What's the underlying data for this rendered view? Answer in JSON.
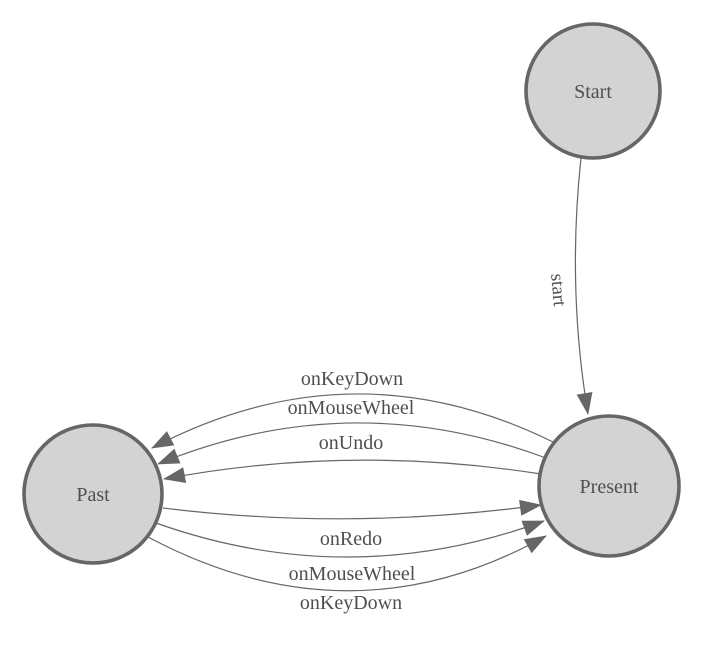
{
  "diagram": {
    "type": "state-machine",
    "nodes": [
      {
        "id": "Start",
        "label": "Start"
      },
      {
        "id": "Past",
        "label": "Past"
      },
      {
        "id": "Present",
        "label": "Present"
      }
    ],
    "edges": [
      {
        "from": "Start",
        "to": "Present",
        "label": "start"
      },
      {
        "from": "Present",
        "to": "Past",
        "label": "onKeyDown"
      },
      {
        "from": "Present",
        "to": "Past",
        "label": "onMouseWheel"
      },
      {
        "from": "Present",
        "to": "Past",
        "label": "onUndo"
      },
      {
        "from": "Past",
        "to": "Present",
        "label": "onRedo"
      },
      {
        "from": "Past",
        "to": "Present",
        "label": "onMouseWheel"
      },
      {
        "from": "Past",
        "to": "Present",
        "label": "onKeyDown"
      }
    ]
  },
  "colors": {
    "background": "#ffffff",
    "node-fill": "#d3d3d3",
    "node-border": "#666666",
    "edge-line": "#666666",
    "arrowhead": "#666666",
    "label-text": "#4f4f4f"
  }
}
